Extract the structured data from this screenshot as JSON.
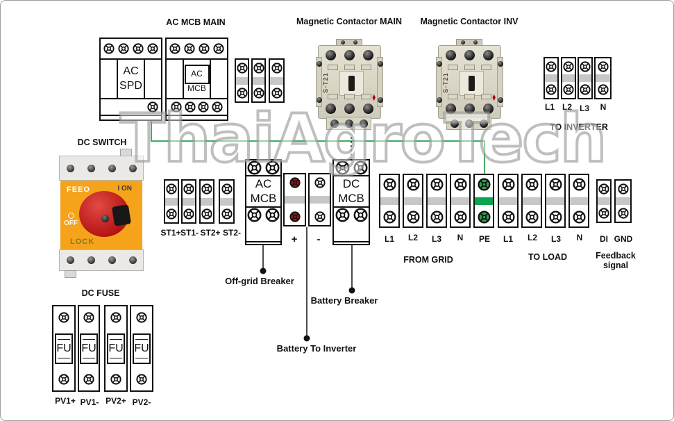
{
  "watermark": "ThaiAgroTech",
  "colors": {
    "wire_green": "#3fae62",
    "pe_green": "#0aa64f",
    "battery_positive_red": "#9e1212",
    "switch_orange": "#f6a31c"
  },
  "ac_mcb_main": {
    "title": "AC MCB MAIN",
    "spd_line1": "AC",
    "spd_line2": "SPD",
    "mcb_line1": "AC",
    "mcb_line2": "MCB"
  },
  "contactor_main": {
    "title": "Magnetic Contactor MAIN",
    "model": "S-T21"
  },
  "contactor_inv": {
    "title": "Magnetic Contactor INV",
    "model": "S-T21"
  },
  "to_inverter": {
    "title": "TO INVERTER",
    "terminals": [
      "L1",
      "L2",
      "L3",
      "N"
    ]
  },
  "dc_switch": {
    "title": "DC SWITCH",
    "brand": "FEEO",
    "on": "I ON",
    "off": "OFF",
    "lock": "LOCK"
  },
  "st_row": {
    "terminals": [
      "ST1+",
      "ST1-",
      "ST2+",
      "ST2-"
    ]
  },
  "offgrid_breaker": {
    "line1": "AC",
    "line2": "MCB",
    "callout": "Off-grid Breaker"
  },
  "battery": {
    "plus": "+",
    "minus": "-",
    "callout": "Battery To Inverter"
  },
  "battery_breaker": {
    "line1": "DC",
    "line2": "MCB",
    "callout": "Battery Breaker"
  },
  "from_grid": {
    "title": "FROM GRID",
    "terminals": [
      "L1",
      "L2",
      "L3",
      "N",
      "PE"
    ]
  },
  "to_load": {
    "title": "TO LOAD",
    "terminals": [
      "L1",
      "L2",
      "L3",
      "N"
    ]
  },
  "feedback": {
    "title": "Feedback signal",
    "terminals": [
      "DI",
      "GND"
    ]
  },
  "dc_fuse": {
    "title": "DC FUSE",
    "fuse_label": "FU",
    "terminals": [
      "PV1+",
      "PV1-",
      "PV2+",
      "PV2-"
    ]
  }
}
